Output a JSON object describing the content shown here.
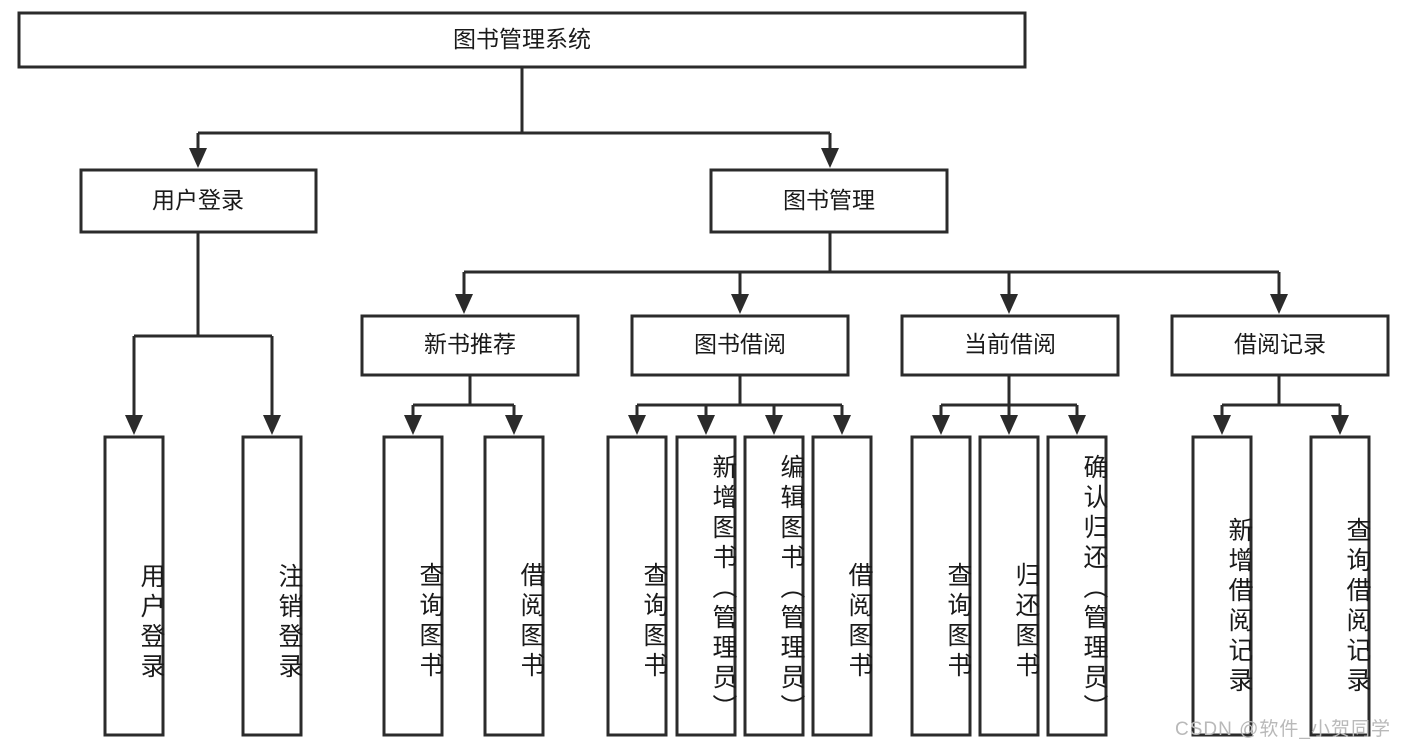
{
  "diagram": {
    "title": "图书管理系统",
    "type": "tree-hierarchy-diagram",
    "colors": {
      "stroke": "#2b2b2b",
      "box_fill": "#ffffff",
      "text": "#1a1a1a",
      "background": "#ffffff",
      "watermark": "#b9b9b9"
    },
    "root": {
      "label": "图书管理系统"
    },
    "level2": [
      {
        "label": "用户登录"
      },
      {
        "label": "图书管理"
      }
    ],
    "level3": [
      {
        "label": "新书推荐"
      },
      {
        "label": "图书借阅"
      },
      {
        "label": "当前借阅"
      },
      {
        "label": "借阅记录"
      }
    ],
    "leaves": {
      "user_login": [
        {
          "label": "用户登录"
        },
        {
          "label": "注销登录"
        }
      ],
      "new_book_recommend": [
        {
          "label": "查询图书"
        },
        {
          "label": "借阅图书"
        }
      ],
      "book_borrow": [
        {
          "label": "查询图书"
        },
        {
          "label": "新增图书（管理员）"
        },
        {
          "label": "编辑图书（管理员）"
        },
        {
          "label": "借阅图书"
        }
      ],
      "current_borrow": [
        {
          "label": "查询图书"
        },
        {
          "label": "归还图书"
        },
        {
          "label": "确认归还（管理员）"
        }
      ],
      "borrow_records": [
        {
          "label": "新增借阅记录"
        },
        {
          "label": "查询借阅记录"
        }
      ]
    }
  },
  "watermark": {
    "text": "CSDN @软件_小贺同学"
  }
}
